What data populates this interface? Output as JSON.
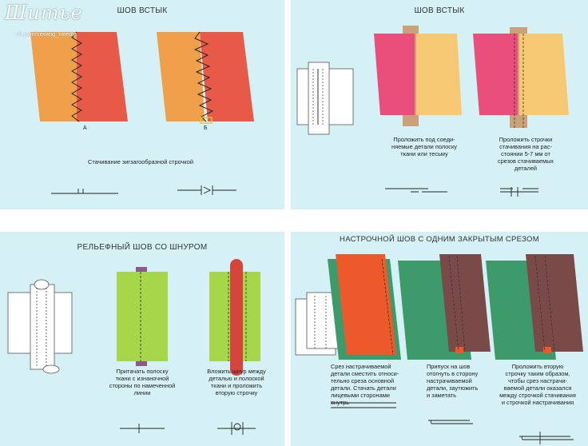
{
  "watermark": {
    "logo": "Шитье",
    "url": "vk.com/sewing_needle"
  },
  "panel_tl": {
    "title": "ШОВ ВСТЫК",
    "label_a": "А",
    "label_b": "Б",
    "caption": "Стачивание зигзагообразной строчкой",
    "colors": {
      "orange": "#f0a04a",
      "red": "#e85a48"
    }
  },
  "panel_tr": {
    "title": "ШОВ ВСТЫК",
    "caption_left": "Проложить под соеди-\nняемые детали полоску\nткани или тесьму",
    "caption_right": "Проложить строчки\nстачивания на рас-\nстоянии 5-7 мм от\nсрезов стачиваемых\nдеталей",
    "colors": {
      "pink": "#ea4f7c",
      "cream": "#f7c873",
      "tape": "#c9a27a"
    }
  },
  "panel_bl": {
    "title": "РЕЛЬЕФНЫЙ ШОВ СО ШНУРОМ",
    "caption_left": "Притачать полоску\nткани с изнаночной\nстороны по намеченной\nлинии",
    "caption_right": "Вложить шнур между\nдеталью и полоской\nткани и проложить\nвторую строчку",
    "colors": {
      "green": "#a6d64a",
      "cord": "#d6453c",
      "strip": "#8b5a8a"
    }
  },
  "panel_br": {
    "title": "НАСТРОЧНОЙ ШОВ С ОДНИМ ЗАКРЫТЫМ СРЕЗОМ",
    "caption_1": "Срез настрачиваемой\nдетали сместить относи-\nтельно среза основной\nдетали. Стачать детали\nлицевыми сторонами\nвнутрь",
    "caption_2": "Припуск на шов\nотогнуть в сторону\nнастрачиваемой\nдетали, заутюжить\nи заметать",
    "caption_3": "Проложить вторую\nстрочку таким образом,\nчтобы срез настрачи-\nваемой детали оказался\nмежду строчкой стачивания\nи строчкой настрачивания",
    "colors": {
      "green": "#3d9a6b",
      "orange": "#ec5a2c",
      "brown": "#7a4a48"
    }
  }
}
